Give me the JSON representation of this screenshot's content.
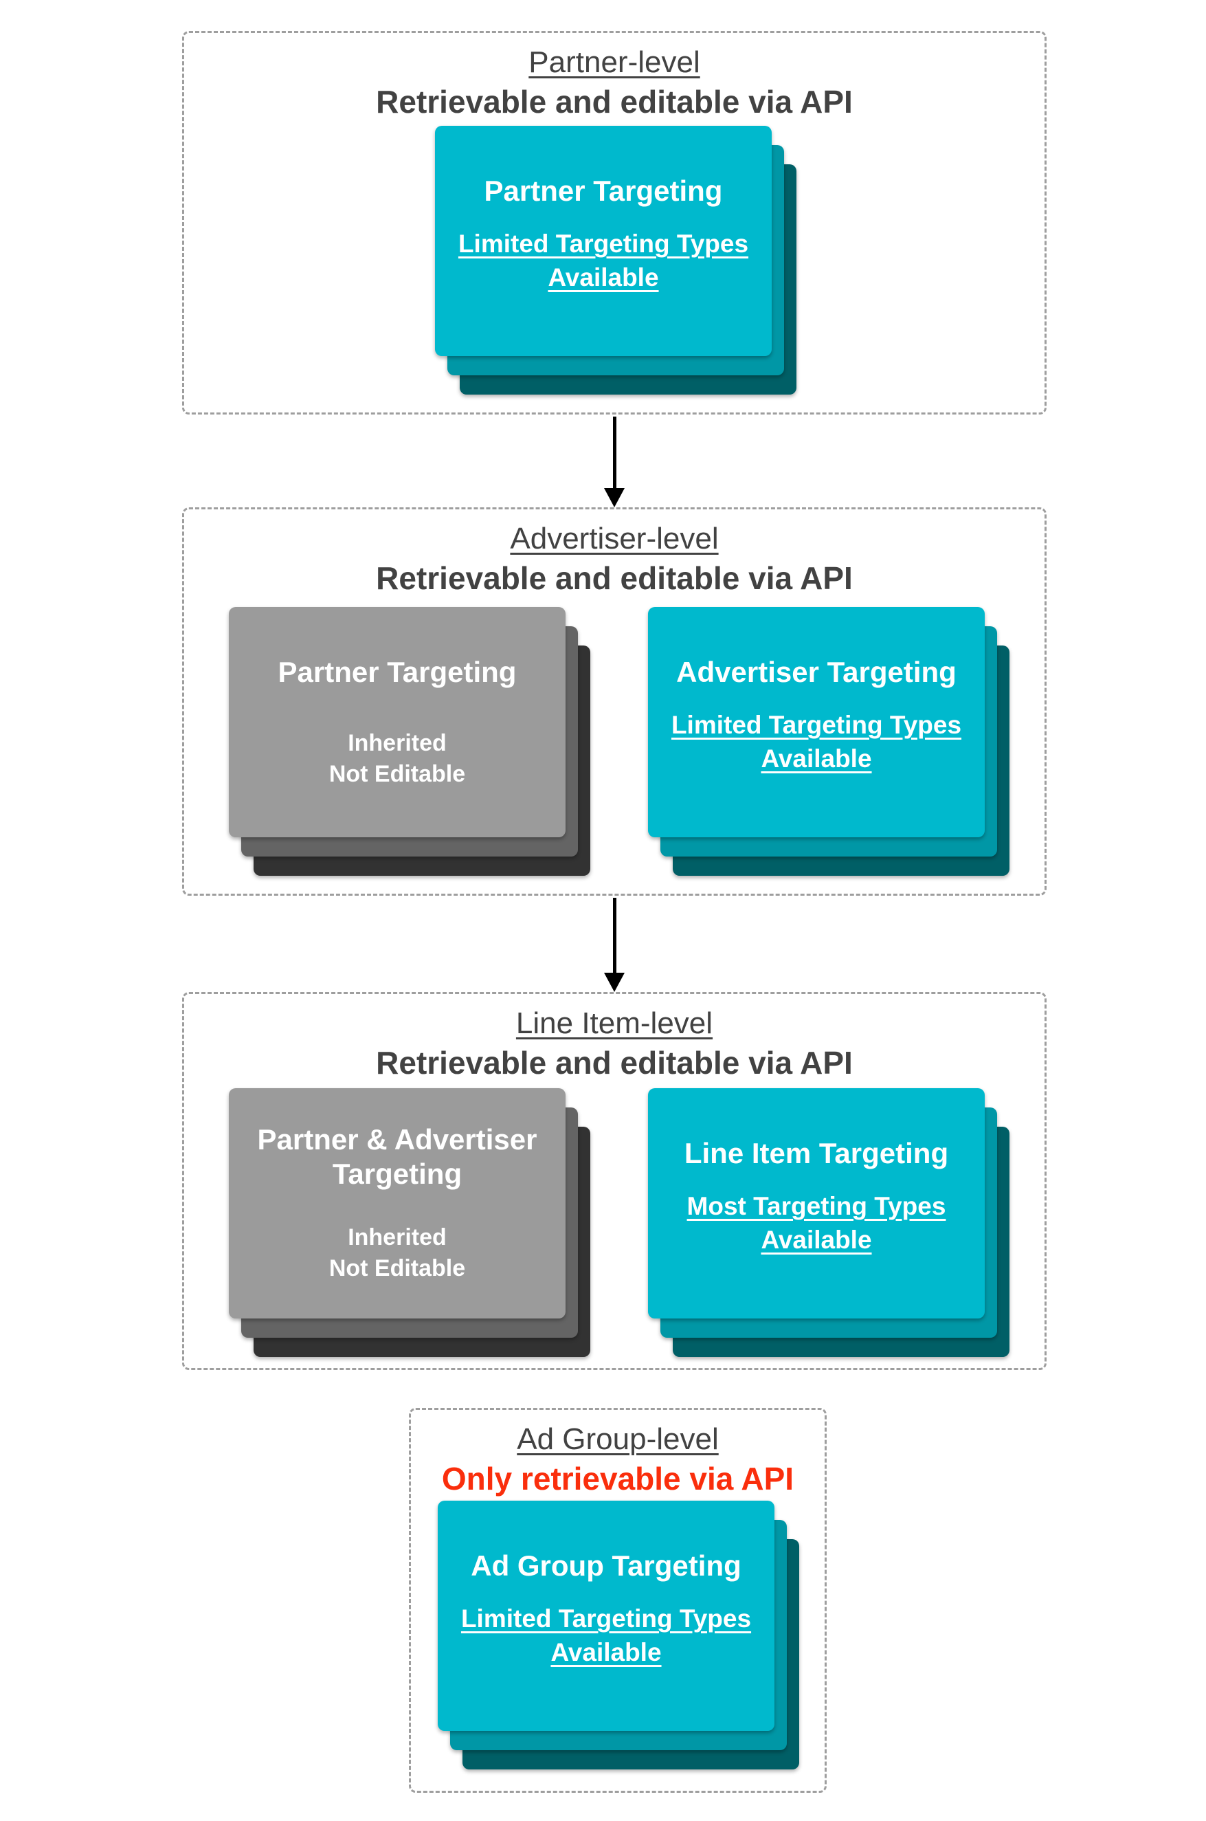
{
  "colors": {
    "teal_card_front": "#00b9cd",
    "teal_card_middle": "#0097a6",
    "teal_card_back": "#005f66",
    "gray_card_front": "#9b9b9b",
    "gray_card_middle": "#646464",
    "gray_card_back": "#323232",
    "heading_text": "#424242",
    "alert_red": "#fa2e0c",
    "card_text": "#ffffff",
    "arrow": "#000000",
    "dashed_border": "#9e9e9e",
    "background": "#ffffff"
  },
  "sections": [
    {
      "title": "Partner-level",
      "subtitle": "Retrievable and editable via API",
      "cards": [
        {
          "style": "teal",
          "title": "Partner Targeting",
          "lines": [
            "Limited Targeting Types",
            "Available"
          ]
        }
      ]
    },
    {
      "title": "Advertiser-level",
      "subtitle": "Retrievable and editable via API",
      "cards": [
        {
          "style": "gray",
          "title": "Partner Targeting",
          "lines": [
            "Inherited",
            "Not Editable"
          ]
        },
        {
          "style": "teal",
          "title": "Advertiser Targeting",
          "lines": [
            "Limited Targeting Types",
            "Available"
          ]
        }
      ]
    },
    {
      "title": "Line Item-level",
      "subtitle": "Retrievable and editable via API",
      "cards": [
        {
          "style": "gray",
          "title": "Partner & Advertiser Targeting",
          "lines": [
            "Inherited",
            "Not Editable"
          ]
        },
        {
          "style": "teal",
          "title": "Line Item Targeting",
          "lines": [
            "Most Targeting Types",
            "Available"
          ]
        }
      ]
    },
    {
      "title": "Ad Group-level",
      "subtitle": "Only retrievable via API",
      "cards": [
        {
          "style": "teal",
          "title": "Ad Group Targeting",
          "lines": [
            "Limited Targeting Types",
            "Available"
          ]
        }
      ]
    }
  ]
}
